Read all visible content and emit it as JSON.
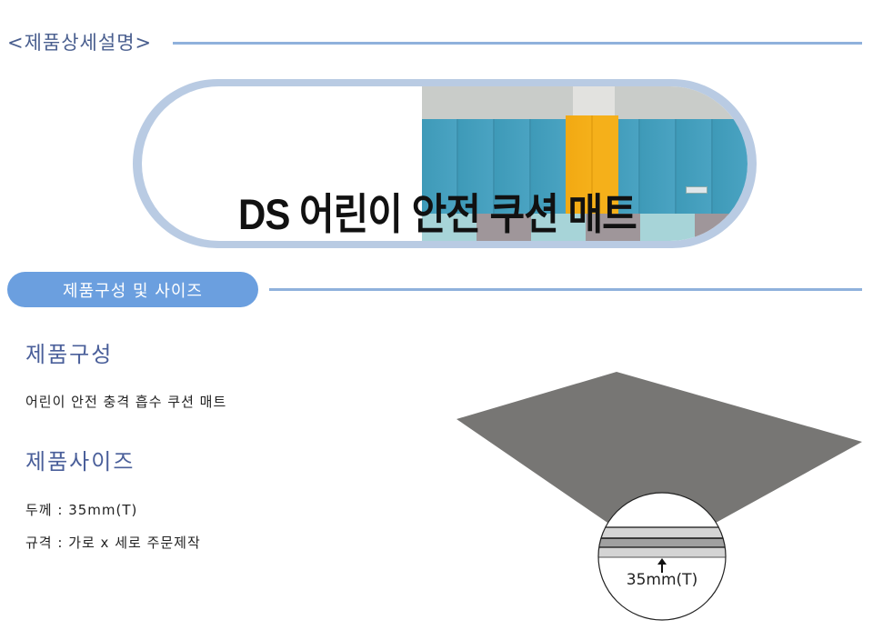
{
  "header": {
    "title": "<제품상세설명>"
  },
  "banner": {
    "title": "DS 어린이 안전 쿠션 매트",
    "photo": "classroom-wall-cushion-photo",
    "colors": {
      "frame": "#b9cbe3",
      "wall_panels": "#4aa3c2",
      "accent_panel": "#f5b01a"
    }
  },
  "section": {
    "label": "제품구성 및 사이즈",
    "pill_color": "#6b9fdf",
    "rule_color": "#8fb1dc"
  },
  "composition": {
    "heading": "제품구성",
    "description": "어린이 안전 충격 흡수 쿠션 매트"
  },
  "size": {
    "heading": "제품사이즈",
    "thickness": "두께 : 35mm(T)",
    "spec": "규격 : 가로 x 세로 주문제작"
  },
  "diagram": {
    "mat_color": "#777674",
    "thickness_label": "35mm(T)",
    "layers": [
      "#d4d4d4",
      "#a0a0a0",
      "#d4d4d4"
    ]
  }
}
